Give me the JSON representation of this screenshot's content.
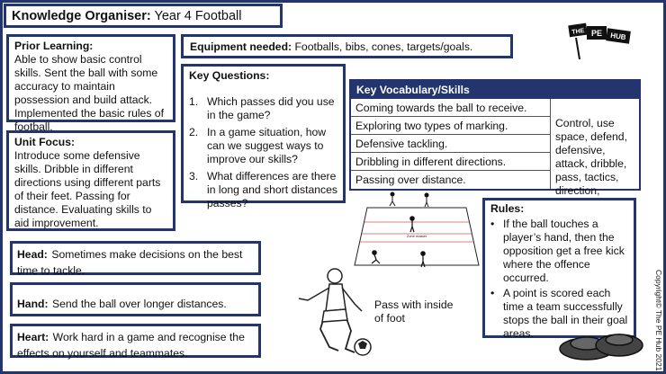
{
  "title": {
    "label": "Knowledge Organiser:",
    "value": "Year 4 Football"
  },
  "prior_learning": {
    "label": "Prior Learning:",
    "text": "Able to show basic control skills. Sent the ball with some accuracy to maintain possession and build attack. Implemented the basic rules of football."
  },
  "unit_focus": {
    "label": "Unit Focus:",
    "text": "Introduce some defensive skills. Dribble in different directions using different parts of their feet. Passing for distance. Evaluating skills to aid improvement."
  },
  "equipment": {
    "label": "Equipment needed:",
    "text": "Footballs, bibs, cones, targets/goals."
  },
  "key_questions": {
    "label": "Key Questions:",
    "items": [
      {
        "num": "1.",
        "text": "Which passes did you use in the game?"
      },
      {
        "num": "2.",
        "text": "In a game situation, how can we suggest ways to improve our skills?"
      },
      {
        "num": "3.",
        "text": "What differences are there in long and short distances passes?"
      }
    ]
  },
  "vocab": {
    "title": "Key Vocabulary/Skills",
    "skills": [
      "Coming towards the ball to receive.",
      "Exploring two types of marking.",
      "Defensive tackling.",
      "Dribbling in different directions.",
      "Passing over distance."
    ],
    "words": "Control, use space, defend, defensive, attack, dribble, pass, tactics, direction, tackle."
  },
  "rules": {
    "label": "Rules:",
    "items": [
      "If the ball touches a player’s hand, then the opposition get a free kick where the offence occurred.",
      "A point is scored each time a team successfully stops the ball in their goal areas."
    ]
  },
  "head": {
    "label": "Head:",
    "text": "Sometimes make decisions on the best time to tackle."
  },
  "hand": {
    "label": "Hand:",
    "text": "Send the ball over longer distances."
  },
  "heart": {
    "label": "Heart:",
    "text": "Work hard in a game and recognise the effects on yourself and teammates."
  },
  "diagram": {
    "zone_label": "Zone master"
  },
  "caption": "Pass with inside of foot",
  "logo": {
    "line1": "THE",
    "line2": "PE",
    "line3": "HUB"
  },
  "copyright": "Copyright© The PE Hub 2021",
  "colors": {
    "border": "#22356f",
    "header_fill": "#22356f",
    "pitch_line": "#d9534f"
  }
}
